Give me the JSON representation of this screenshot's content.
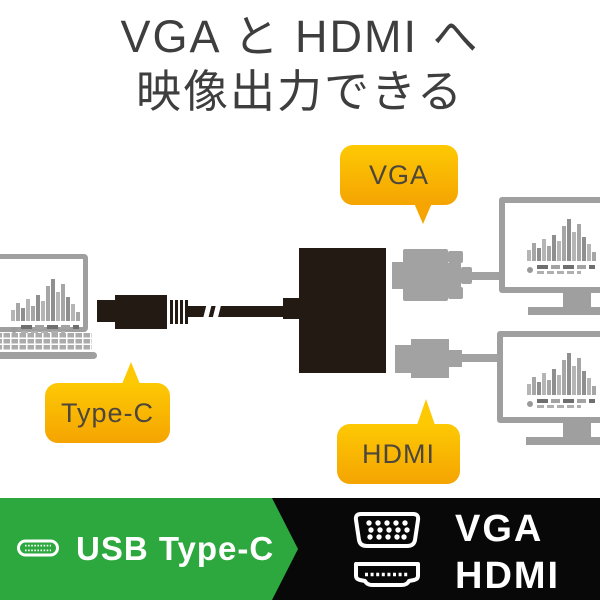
{
  "title": {
    "line1": "VGA と HDMI へ",
    "line2": "映像出力できる"
  },
  "callouts": {
    "vga": "VGA",
    "type_c": "Type-C",
    "hdmi": "HDMI"
  },
  "footer": {
    "input_label": "USB Type-C",
    "vga_label": "VGA",
    "hdmi_label": "HDMI"
  },
  "icons": {
    "input": "usb-type-c-port-icon",
    "vga": "vga-port-icon",
    "hdmi": "hdmi-port-icon"
  },
  "colors": {
    "accent_green": "#2ca83e",
    "bubble_yellow_top": "#fdc903",
    "bubble_yellow_bottom": "#f5a402",
    "device_gray": "#a2a2a2",
    "frame_gray": "#9f9f9f",
    "cable_black": "#241a14",
    "footer_black": "#080808",
    "title_text": "#3e3e3e",
    "callout_text": "#4d463c",
    "footer_text": "#ffffff"
  },
  "screen_chart": {
    "bars": [
      25,
      42,
      30,
      50,
      34,
      58,
      46,
      79,
      96,
      67,
      83,
      54,
      38,
      21
    ]
  }
}
